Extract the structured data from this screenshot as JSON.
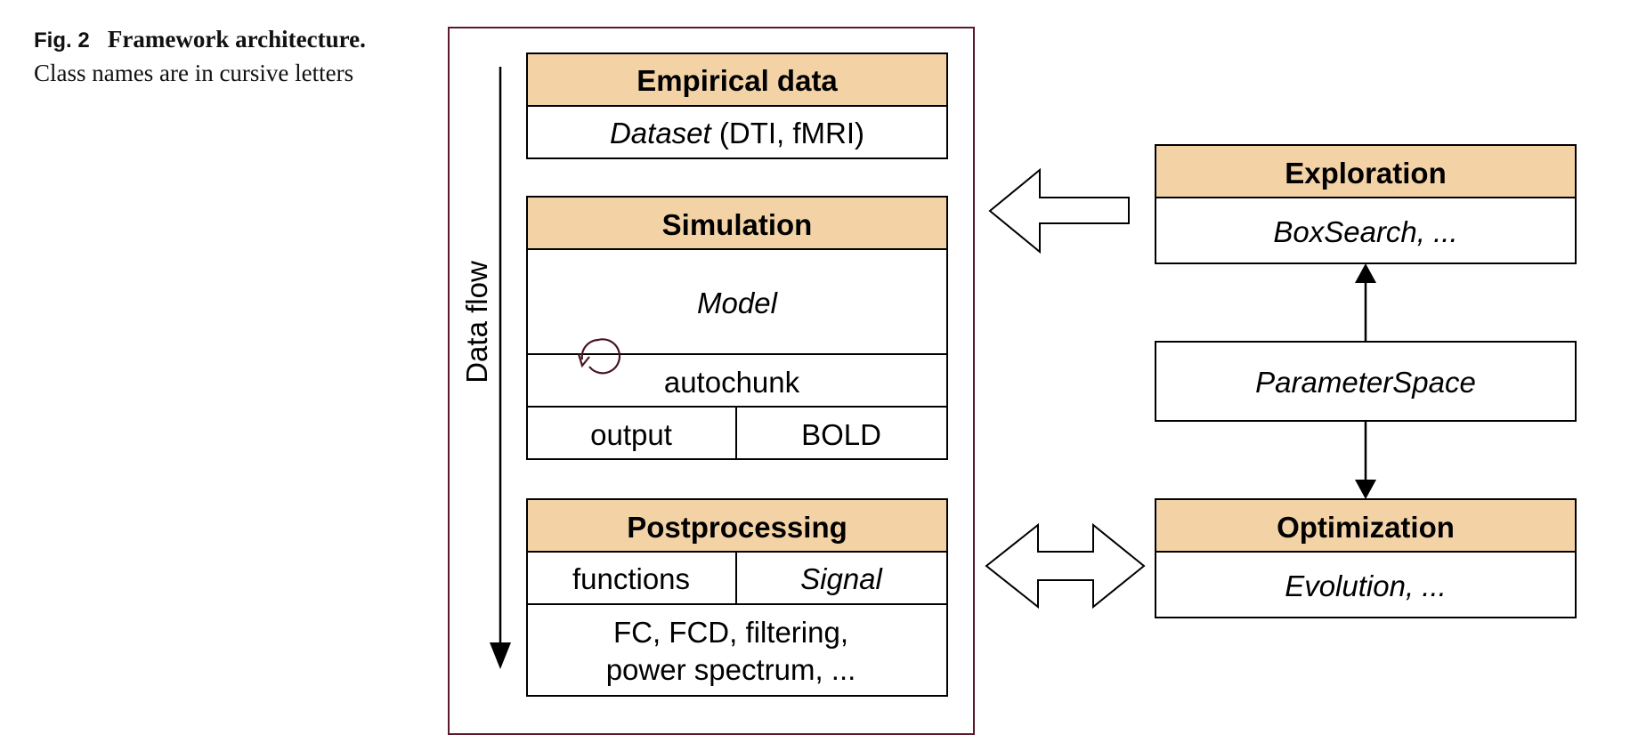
{
  "caption": {
    "fig_label": "Fig. 2",
    "title": "Framework architecture.",
    "text": "Class names are in cursive letters"
  },
  "diagram": {
    "flow_label": "Data flow",
    "empirical": {
      "header": "Empirical data",
      "dataset_class": "Dataset",
      "dataset_detail": "(DTI, fMRI)"
    },
    "simulation": {
      "header": "Simulation",
      "model": "Model",
      "autochunk": "autochunk",
      "output": "output",
      "bold": "BOLD"
    },
    "postprocessing": {
      "header": "Postprocessing",
      "functions": "functions",
      "signal": "Signal",
      "detail_line1": "FC, FCD, filtering,",
      "detail_line2": "power spectrum, ..."
    },
    "exploration": {
      "header": "Exploration",
      "classes": "BoxSearch, ..."
    },
    "parameter_space": {
      "label": "ParameterSpace"
    },
    "optimization": {
      "header": "Optimization",
      "classes": "Evolution, ..."
    }
  },
  "colors": {
    "header_fill": "#f3d3a6",
    "frame_border": "#5a1a2a",
    "loop_icon": "#4a1422"
  }
}
